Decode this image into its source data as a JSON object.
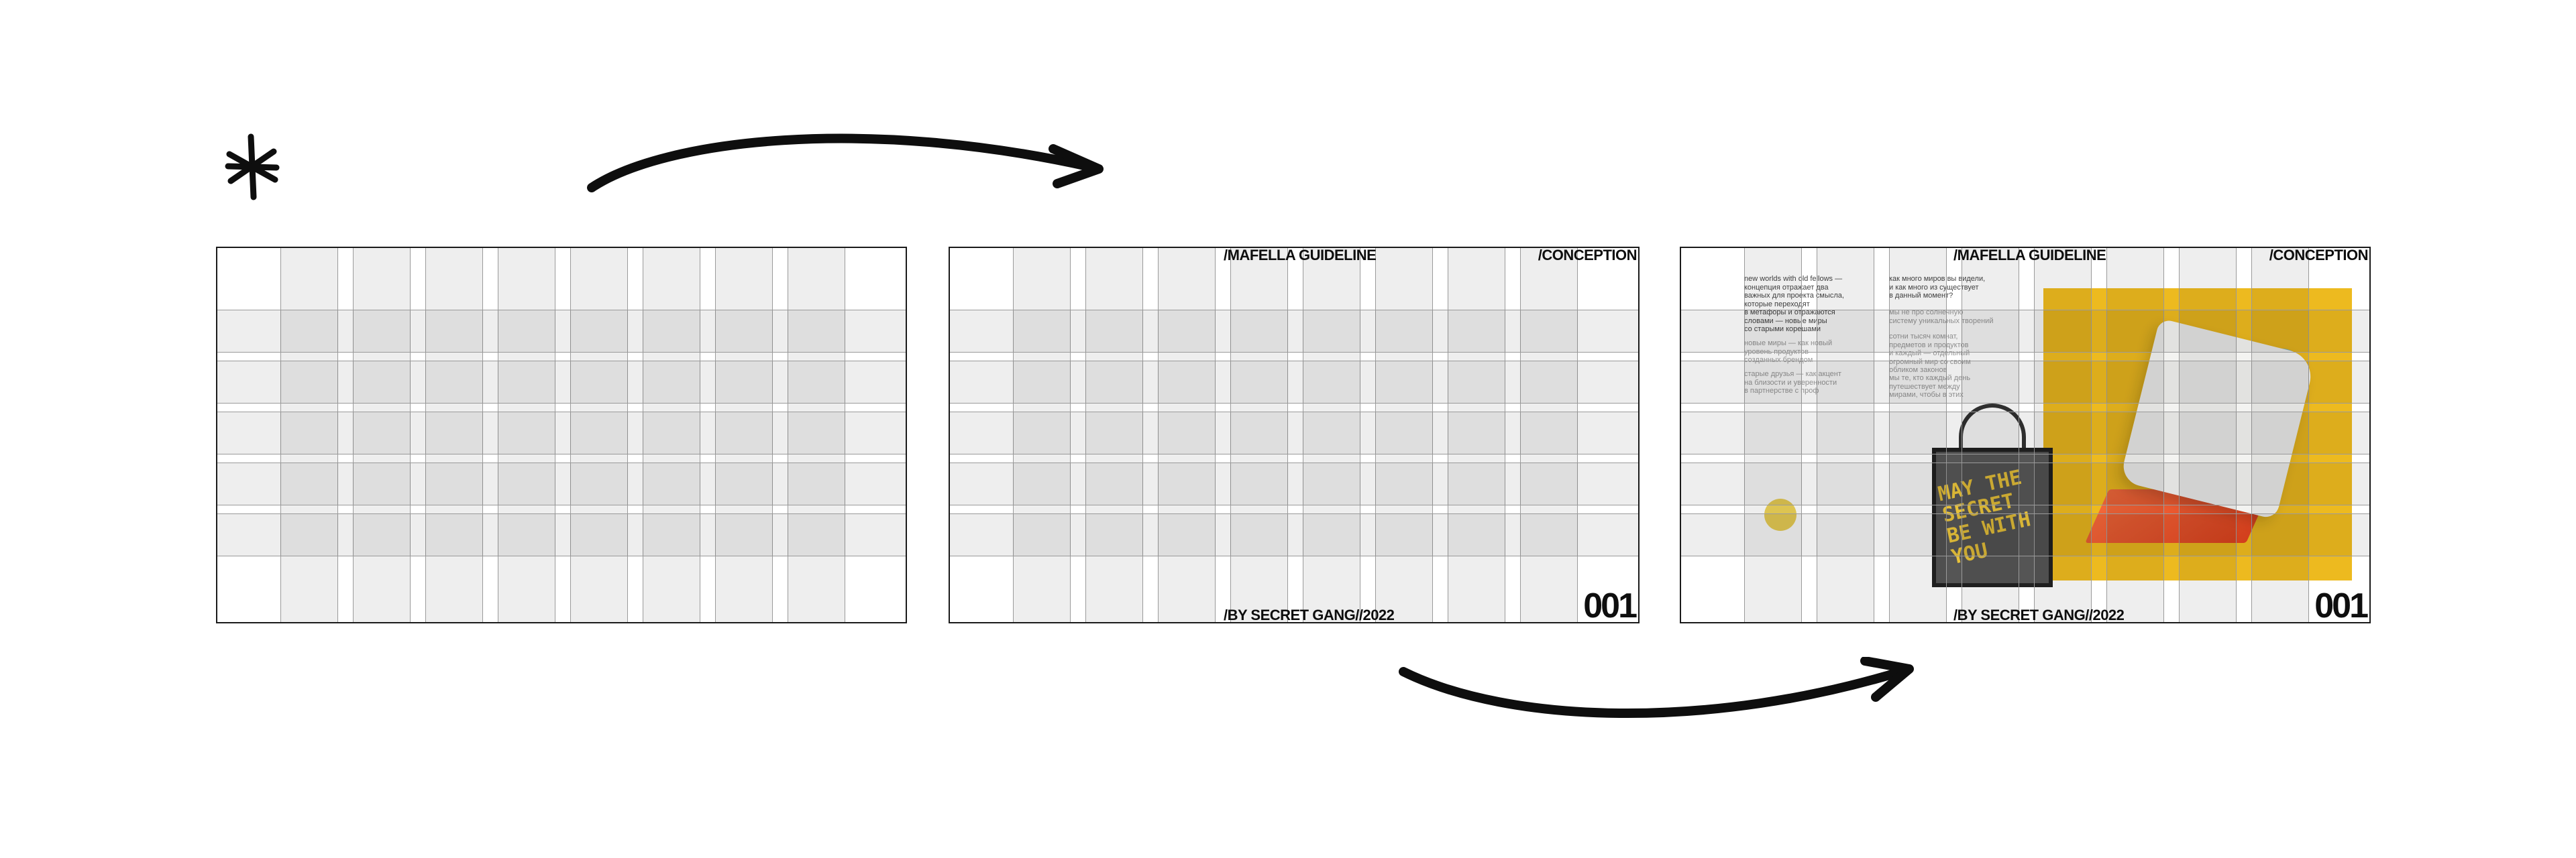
{
  "icons": {
    "asterisk": "asterisk-icon",
    "arrow_top": "curved-arrow-icon",
    "arrow_bottom": "curved-arrow-icon"
  },
  "colors": {
    "accent_yellow": "#EBB000",
    "accent_orange": "#E2431F",
    "ink": "#0E0E0E",
    "grid_fill": "#EFEFEF"
  },
  "panels": [
    {
      "header_left": "",
      "header_right": "",
      "footer": "",
      "page_number": ""
    },
    {
      "header_left": "/MAFELLA GUIDELINE",
      "header_right": "/CONCEPTION",
      "footer": "/BY SECRET GANG//2022",
      "page_number": "001"
    },
    {
      "header_left": "/MAFELLA GUIDELINE",
      "header_right": "/CONCEPTION",
      "footer": "/BY SECRET GANG//2022",
      "page_number": "001",
      "text_col1_a": "new worlds with old fellows —\nконцепция отражает два\nважных для проекта смысла,\nкоторые переходят\nв метафоры и отражаются\nсловами — новые миры\nсо старыми корешами",
      "text_col1_b": "новые миры — как новый\nуровень продуктов\nсозданных брендом",
      "text_col1_c": "старые друзья — как акцент\nна близости и уверенности\nв партнерстве с проф",
      "text_col2_a": "как много миров вы видели,\nи как много из существует\nв данный момент?",
      "text_col2_b": "мы не про солнечную\nсистему уникальных творений",
      "text_col2_c": "сотни тысяч комнат,\nпредметов и продуктов\nи каждый — отдельный\nогромный мир со своим\nобликом законов",
      "text_col2_d": "мы те, кто каждый день\nпутешествует между\nмирами, чтобы в этих"
    }
  ]
}
